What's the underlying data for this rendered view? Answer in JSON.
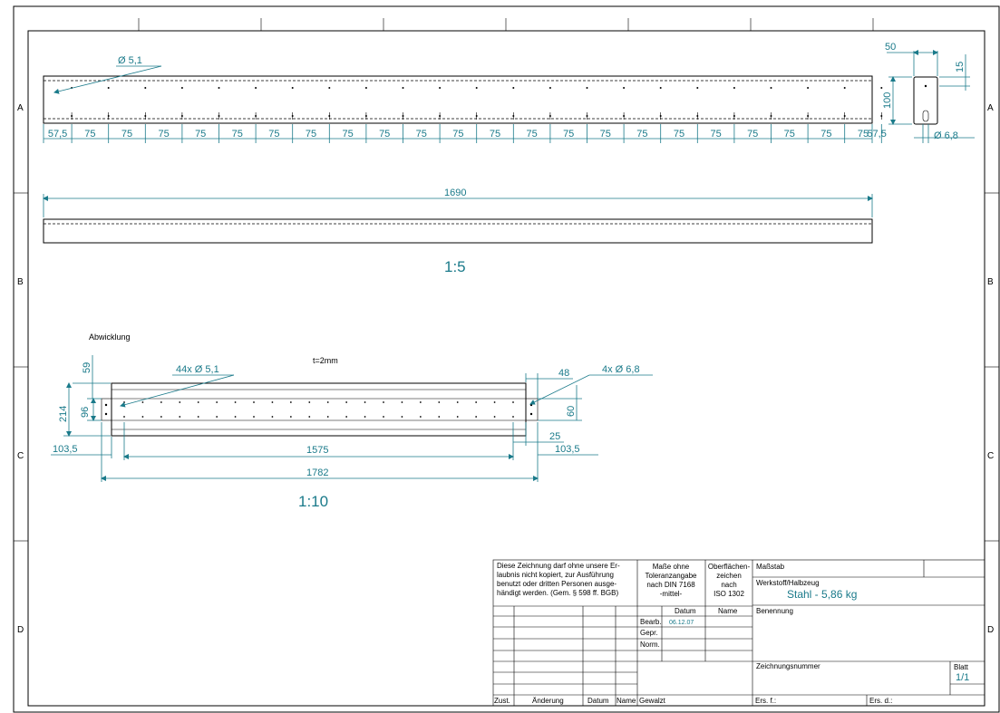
{
  "labels": {
    "diameter_top": "Ø 5,1",
    "pitch": "75",
    "edge_left": "57,5",
    "edge_right": "57,5",
    "length": "1690",
    "scale_top": "1:5",
    "side_width": "50",
    "side_hole_offset": "15",
    "side_height": "100",
    "side_hole": "Ø 6,8",
    "flat_title": "Abwicklung",
    "thickness": "t=2mm",
    "holes_small": "44x  Ø 5,1",
    "holes_large": "4x  Ø 6,8",
    "flat_48": "48",
    "flat_59": "59",
    "flat_214": "214",
    "flat_96": "96",
    "flat_60": "60",
    "flat_25": "25",
    "flat_1035_left": "103,5",
    "flat_1035_right": "103,5",
    "flat_1575": "1575",
    "flat_1782": "1782",
    "scale_bottom": "1:10"
  },
  "zones": {
    "rows": [
      "A",
      "B",
      "C",
      "D"
    ]
  },
  "title_block": {
    "notice": [
      "Diese Zeichnung darf ohne unsere  Er-",
      "laubnis nicht kopiert, zur Ausführung",
      "benutzt oder dritten Personen ausge-",
      "händigt werden. (Gem. § 598 ff. BGB)"
    ],
    "tolerance": [
      "Maße ohne",
      "Toleranzangabe",
      "nach DIN 7168",
      "-mittel-"
    ],
    "surface": [
      "Oberflächen-",
      "zeichen",
      "nach",
      "ISO 1302"
    ],
    "massstab": "Maßstab",
    "werkstoff_label": "Werkstoff/Halbzeug",
    "werkstoff_value": "Stahl  -  5,86 kg",
    "benennung": "Benennung",
    "datum": "Datum",
    "name": "Name",
    "bearb": "Bearb.",
    "bearb_datum": "06.12.07",
    "gepr": "Gepr.",
    "norm": "Norm.",
    "zeichnungsnummer": "Zeichnungsnummer",
    "blatt": "Blatt",
    "blatt_value": "1/1",
    "zust": "Zust.",
    "aenderung": "Änderung",
    "datum_rev": "Datum",
    "name_rev": "Name",
    "gewalzt": "Gewalzt",
    "ers_fuer": "Ers. f.:",
    "ers_durch": "Ers. d.:"
  }
}
